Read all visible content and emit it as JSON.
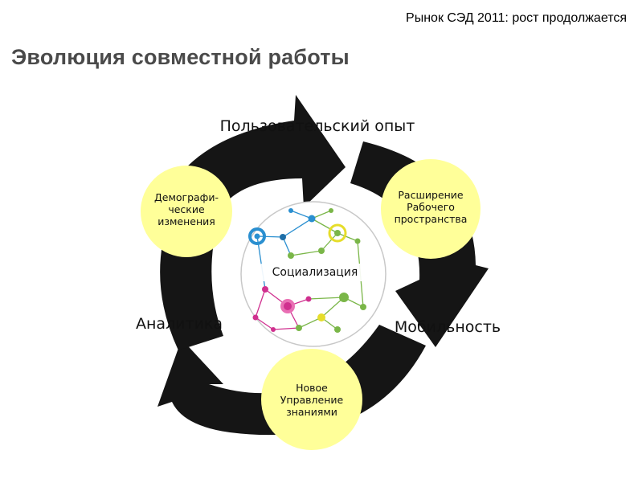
{
  "header": {
    "title": "Рынок СЭД 2011: рост продолжается"
  },
  "slide": {
    "title": "Эволюция совместной работы"
  },
  "diagram": {
    "outer_labels": {
      "top": "Пользовательский опыт",
      "left": "Аналитика",
      "right": "Мобильность"
    },
    "circles": {
      "top_left": "Демографи-ческие изменения",
      "top_right": "Расширение Рабочего пространства",
      "bottom": "Новое Управление знаниями"
    },
    "center_label": "Социализация"
  },
  "colors": {
    "arrow": "#151515",
    "circle_fill": "#ffff99",
    "network_green": "#7ab648",
    "network_blue": "#2a8fd0",
    "network_magenta": "#d0308f",
    "network_yellow": "#e6dd2a"
  }
}
